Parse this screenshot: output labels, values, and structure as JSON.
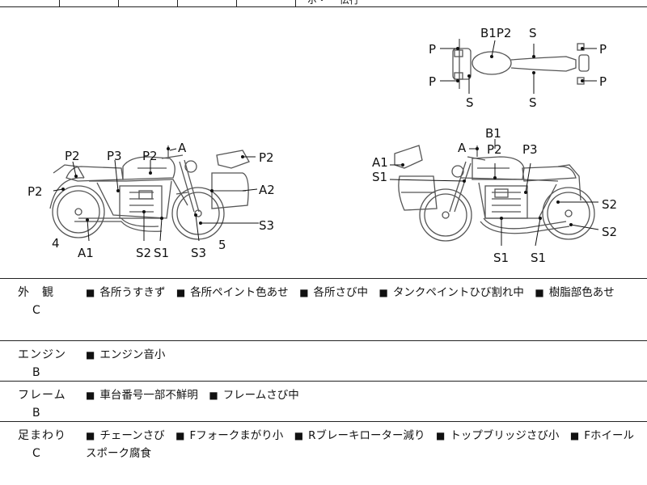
{
  "top_strip_fragment": "ボ・一 伝行",
  "diagram": {
    "side_left": {
      "labels": [
        "P2",
        "P3",
        "P2",
        "A",
        "P2",
        "P2",
        "A2",
        "4",
        "A1",
        "S2",
        "S1",
        "S3",
        "S3",
        "5"
      ]
    },
    "top_view": {
      "labels": [
        "B1P2",
        "S",
        "P",
        "P",
        "P",
        "P",
        "S",
        "S"
      ]
    },
    "side_right": {
      "labels": [
        "B1",
        "A",
        "P2",
        "P3",
        "A1",
        "S1",
        "S2",
        "S2",
        "S1",
        "S1"
      ]
    }
  },
  "condition_rows": [
    {
      "label": "外　観",
      "grade": "C",
      "items": [
        "各所うすきず",
        "各所ペイント色あせ",
        "各所さび中",
        "タンクペイントひび割れ中",
        "樹脂部色あせ"
      ]
    },
    {
      "label": "エンジン",
      "grade": "B",
      "items": [
        "エンジン音小"
      ]
    },
    {
      "label": "フレーム",
      "grade": "B",
      "items": [
        "車台番号一部不鮮明",
        "フレームさび中"
      ]
    },
    {
      "label": "足まわり",
      "grade": "C",
      "items": [
        "チェーンさび",
        "Fフォークまがり小",
        "Rブレーキローター減り",
        "トップブリッジさび小",
        "Fホイールスポーク腐食"
      ]
    }
  ],
  "bullet_mark": "■"
}
